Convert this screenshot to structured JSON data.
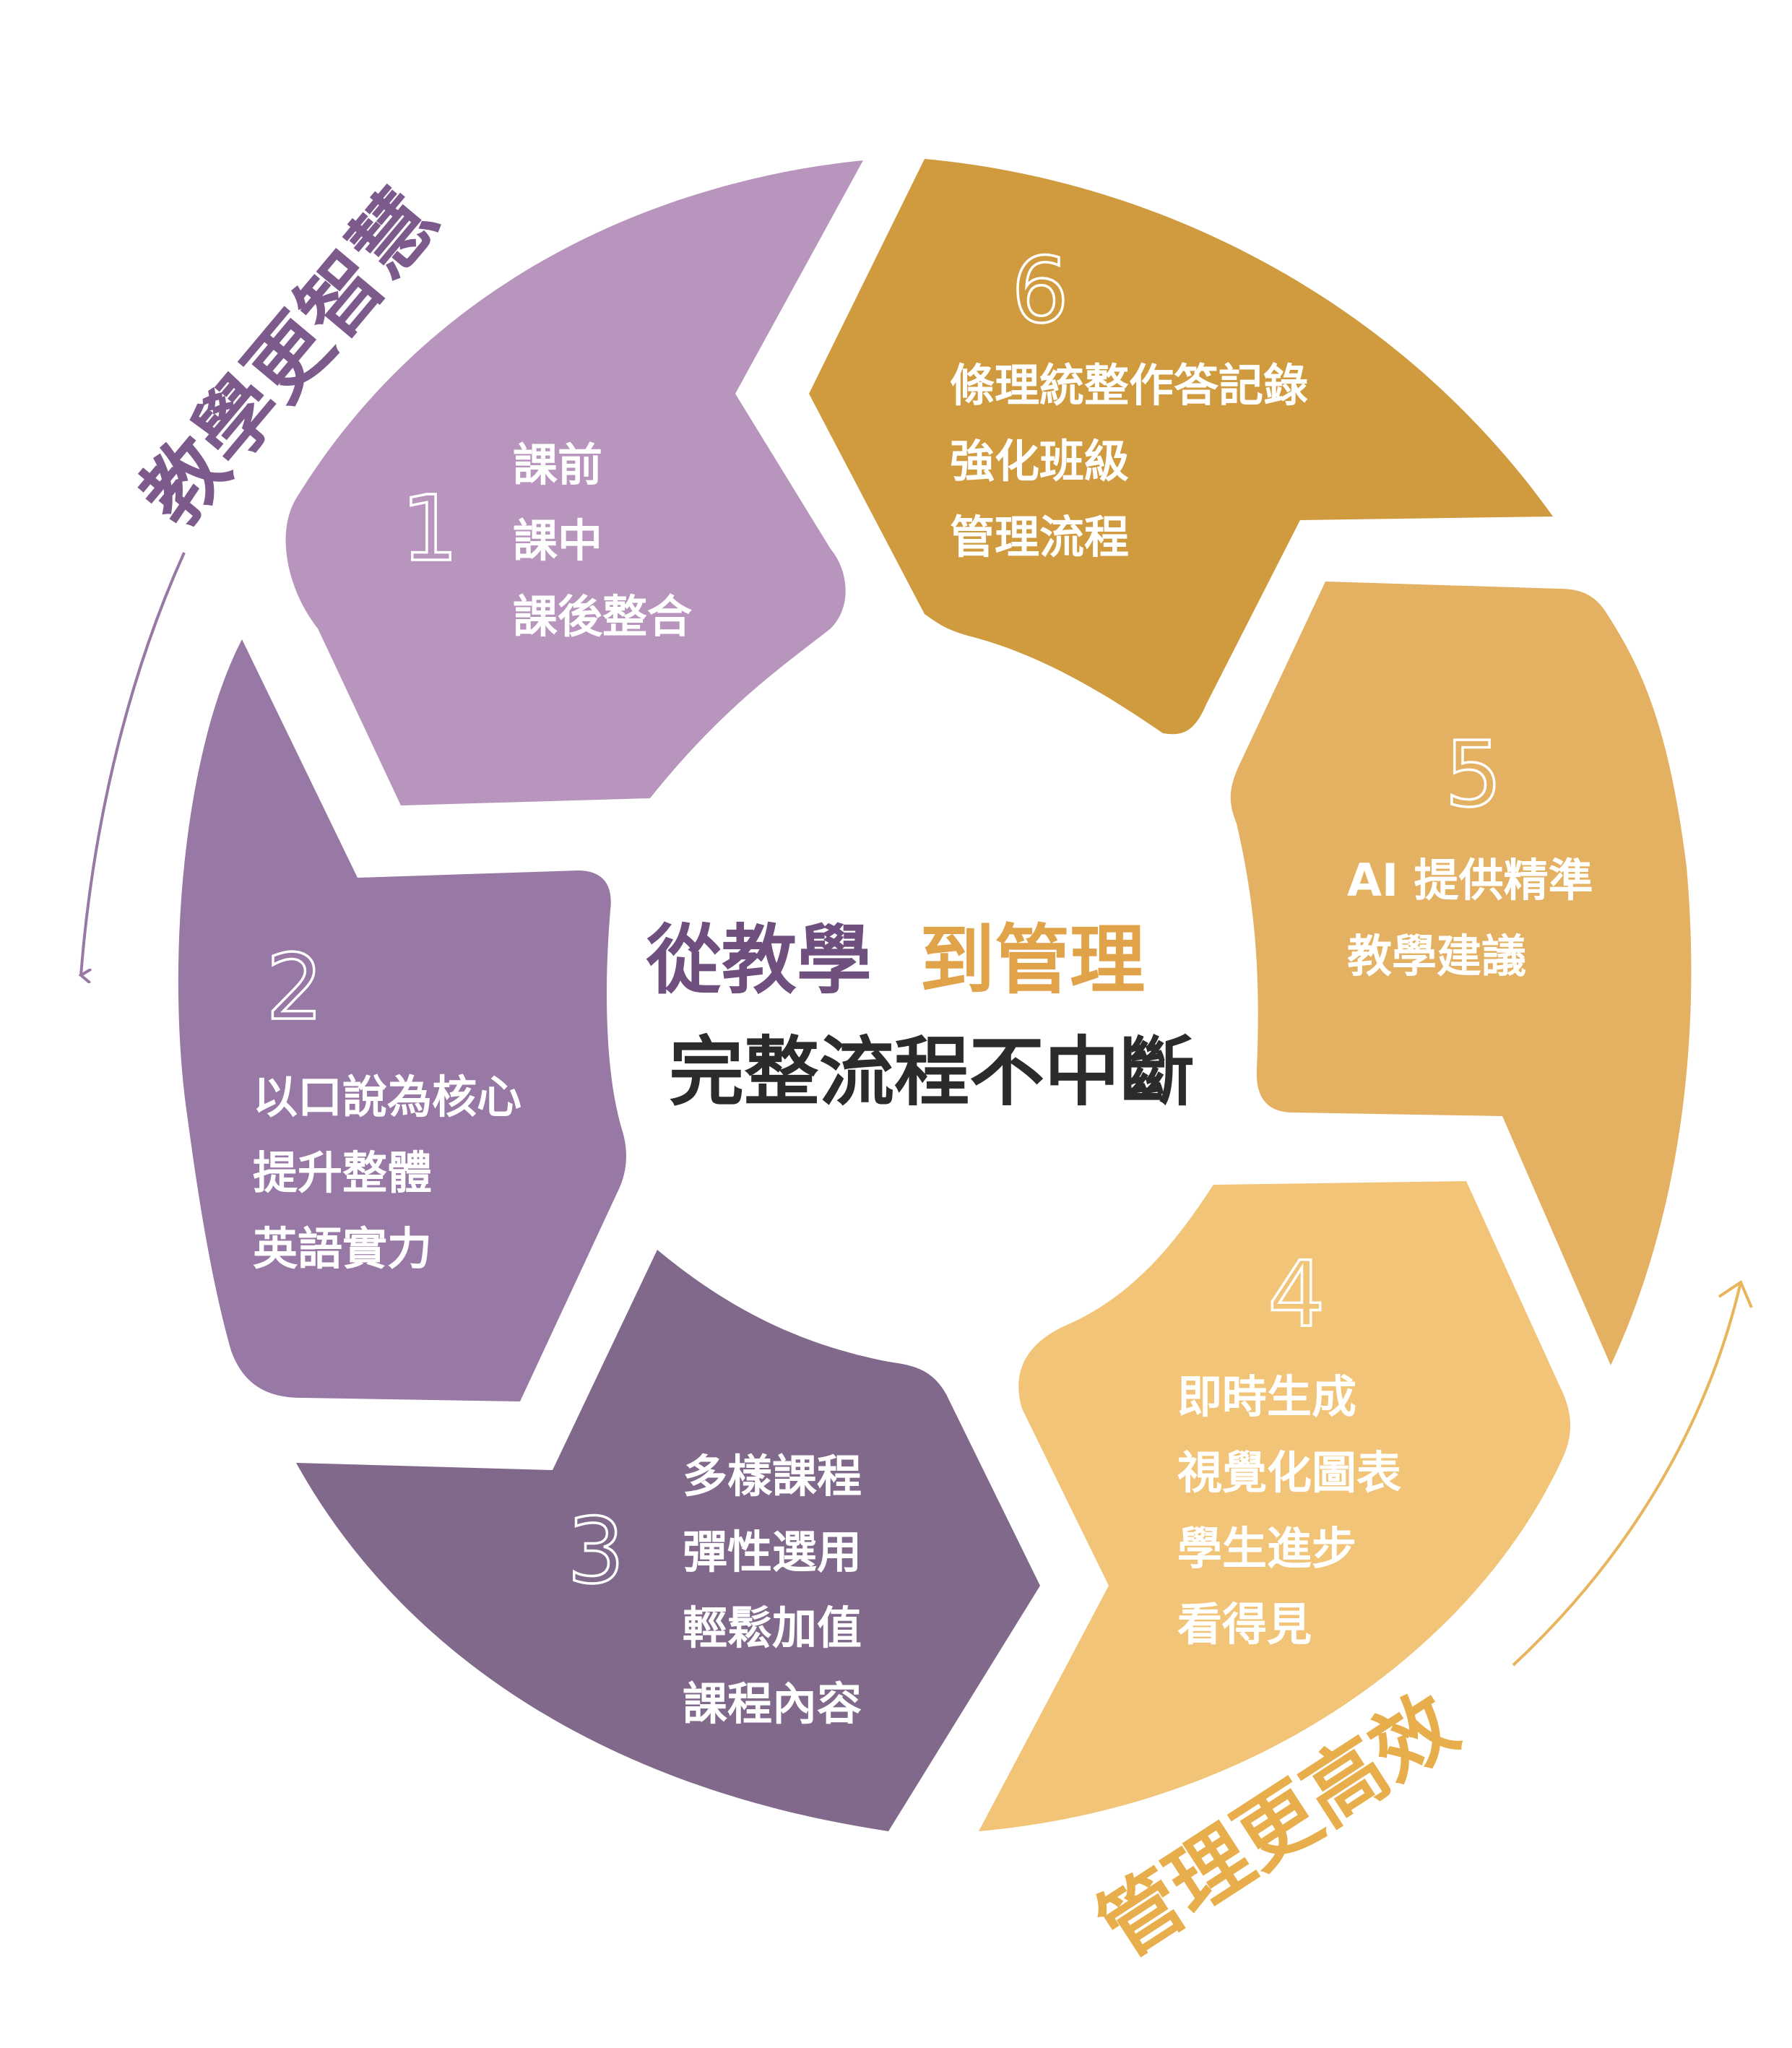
{
  "colors": {
    "purple_light": "#B895BC",
    "purple_mid": "#9878A4",
    "purple_dark": "#81698C",
    "gold_dark": "#D09A3E",
    "gold_mid": "#E4B062",
    "gold_light": "#F2C478",
    "center_purple": "#6E4F7E",
    "center_gold": "#E1A34A",
    "center_dark": "#2B2B2B"
  },
  "center": {
    "part1": "從教學",
    "part2": "到管理",
    "line2": "完整流程不中斷"
  },
  "arc_labels": {
    "left": "教學更智慧",
    "right": "管理更高效"
  },
  "steps": [
    {
      "number": "1",
      "lines": [
        "課前",
        "課中",
        "課後整合"
      ]
    },
    {
      "number": "2",
      "lines": [
        "以口說為核心",
        "提升整體",
        "英語實力"
      ]
    },
    {
      "number": "3",
      "lines": [
        "多樣課程",
        "彈性選用",
        "輕鬆加值",
        "課程內容"
      ]
    },
    {
      "number": "4",
      "lines": [
        "即時生成",
        "視覺化圖表",
        "學生進步",
        "看得見"
      ]
    },
    {
      "number": "5",
      "lines": [
        "AI 提供精準",
        "教學建議"
      ]
    },
    {
      "number": "6",
      "lines": [
        "條理統整作答記錄",
        "強化班級",
        "管理流程"
      ]
    }
  ]
}
